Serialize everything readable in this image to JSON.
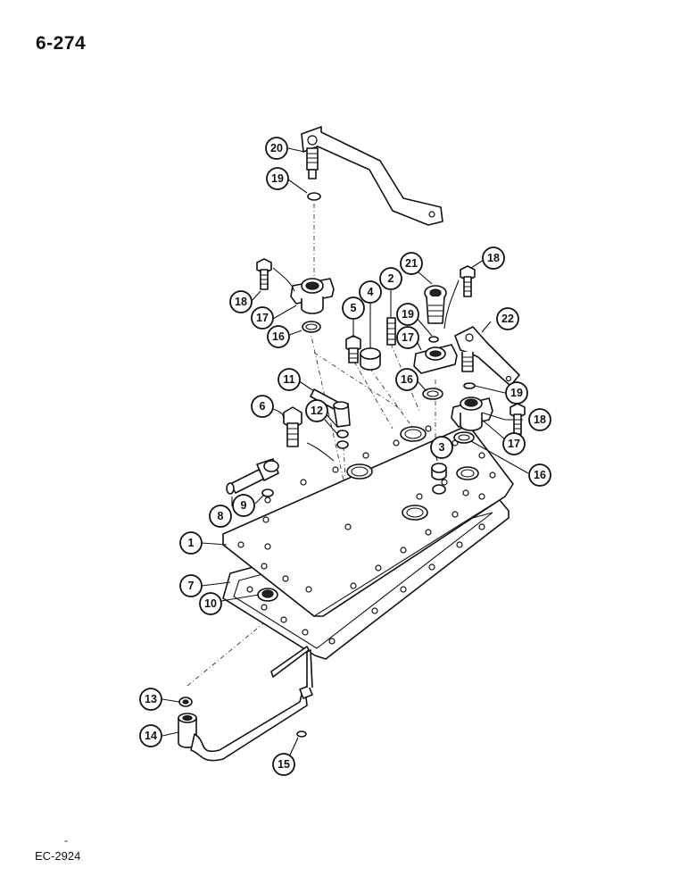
{
  "header": {
    "page_number": "6-274"
  },
  "footer": {
    "figure_code": "EC-2924",
    "tick_mark": "-"
  },
  "callouts": [
    {
      "id": "c20",
      "label": "20"
    },
    {
      "id": "c19a",
      "label": "19"
    },
    {
      "id": "c18a",
      "label": "18"
    },
    {
      "id": "c17a",
      "label": "17"
    },
    {
      "id": "c16a",
      "label": "16"
    },
    {
      "id": "c5",
      "label": "5"
    },
    {
      "id": "c4",
      "label": "4"
    },
    {
      "id": "c2",
      "label": "2"
    },
    {
      "id": "c21",
      "label": "21"
    },
    {
      "id": "c18b",
      "label": "18"
    },
    {
      "id": "c19b",
      "label": "19"
    },
    {
      "id": "c17b",
      "label": "17"
    },
    {
      "id": "c22",
      "label": "22"
    },
    {
      "id": "c16b",
      "label": "16"
    },
    {
      "id": "c19c",
      "label": "19"
    },
    {
      "id": "c11",
      "label": "11"
    },
    {
      "id": "c6",
      "label": "6"
    },
    {
      "id": "c12",
      "label": "12"
    },
    {
      "id": "c18c",
      "label": "18"
    },
    {
      "id": "c17c",
      "label": "17"
    },
    {
      "id": "c3",
      "label": "3"
    },
    {
      "id": "c16c",
      "label": "16"
    },
    {
      "id": "c9",
      "label": "9"
    },
    {
      "id": "c8",
      "label": "8"
    },
    {
      "id": "c1",
      "label": "1"
    },
    {
      "id": "c7",
      "label": "7"
    },
    {
      "id": "c10",
      "label": "10"
    },
    {
      "id": "c13",
      "label": "13"
    },
    {
      "id": "c14",
      "label": "14"
    },
    {
      "id": "c15",
      "label": "15"
    }
  ]
}
